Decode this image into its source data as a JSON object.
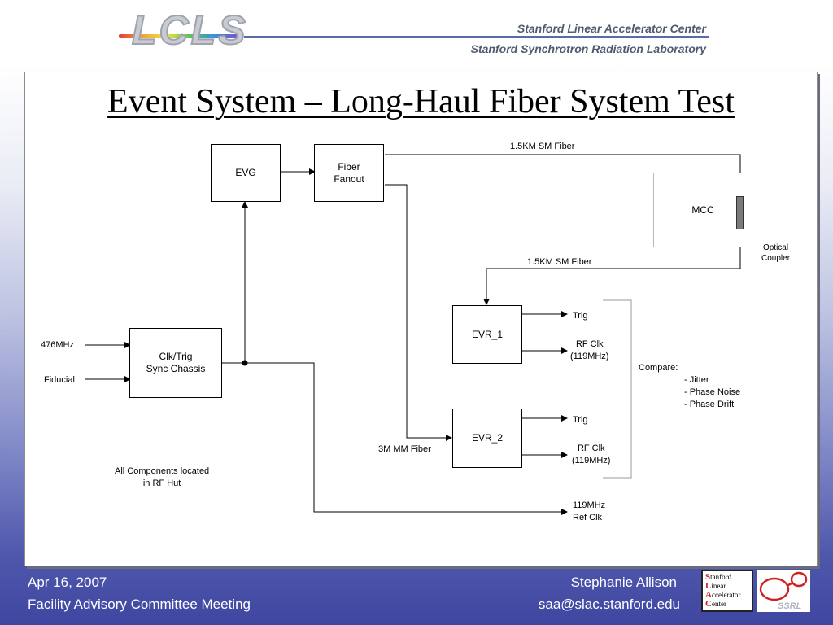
{
  "header": {
    "logo_text": "LCLS",
    "org_line1": "Stanford Linear Accelerator Center",
    "org_line2": "Stanford Synchrotron Radiation Laboratory"
  },
  "slide": {
    "title": "Event System – Long-Haul Fiber System Test",
    "boxes": {
      "evg": "EVG",
      "fiber_fanout": "Fiber\nFanout",
      "mcc": "MCC",
      "evr1": "EVR_1",
      "evr2": "EVR_2",
      "clk_trig": "Clk/Trig\nSync Chassis"
    },
    "labels": {
      "fiber_top": "1.5KM SM Fiber",
      "fiber_mid": "1.5KM SM Fiber",
      "optical_coupler": "Optical\nCoupler",
      "input_476": "476MHz",
      "input_fiducial": "Fiducial",
      "evr1_trig": "Trig",
      "evr1_rfclk": "RF Clk\n(119MHz)",
      "evr2_trig": "Trig",
      "evr2_rfclk": "RF Clk\n(119MHz)",
      "mm_fiber": "3M MM Fiber",
      "compare_title": "Compare:",
      "compare_items": "- Jitter\n- Phase Noise\n- Phase Drift",
      "components_note": "All Components located\nin RF Hut",
      "ref_clk": "119MHz\nRef Clk"
    }
  },
  "footer": {
    "date": "Apr 16, 2007",
    "meeting": "Facility Advisory Committee Meeting",
    "presenter": "Stephanie Allison",
    "email": "saa@slac.stanford.edu"
  },
  "logos": {
    "slac_lines": [
      "tanford",
      "inear",
      "ccelerator",
      "enter"
    ],
    "slac_initials": [
      "S",
      "L",
      "A",
      "C"
    ],
    "ssrl_text": "SSRL"
  }
}
